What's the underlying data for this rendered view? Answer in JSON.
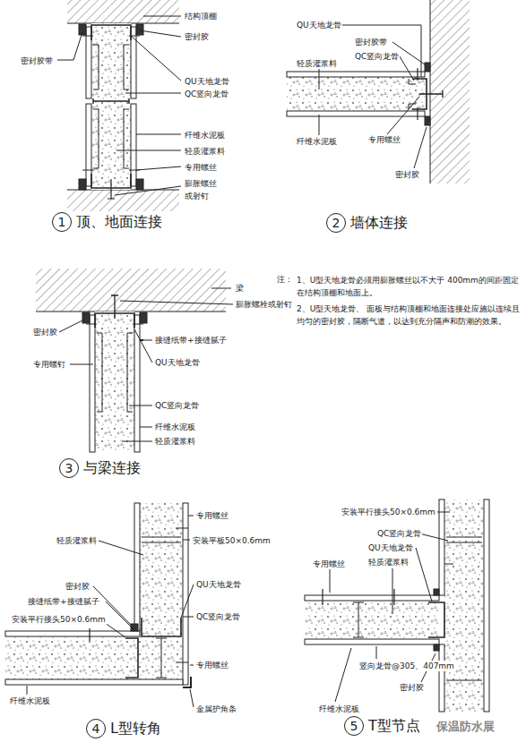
{
  "diagram": {
    "nodes": [
      {
        "text": [
          "1",
          "顶、地面连接"
        ]
      },
      {
        "text": [
          "2",
          "墙体连接"
        ]
      },
      {
        "text": [
          "3",
          "与梁连接"
        ]
      },
      {
        "text": [
          "4",
          "L型转角"
        ]
      },
      {
        "text": [
          "5",
          "T型节点"
        ]
      }
    ],
    "labels": [
      "结构顶棚",
      "密封胶",
      "密封胶带",
      "QU天地龙骨",
      "QC竖向龙骨",
      "纤维水泥板",
      "轻质灌浆料",
      "专用螺丝",
      "膨胀螺丝 或射钉",
      "密封胶带",
      "轻质灌浆料",
      "QU天地龙骨",
      "QC竖向龙骨",
      "纤维水泥板",
      "专用螺丝",
      "密封胶",
      "梁",
      "膨胀螺栓或射钉",
      "密封胶",
      "接缝纸带+接缝腻子",
      "专用螺钉",
      "QU天地龙骨",
      "QC竖向龙骨",
      "纤维水泥板",
      "轻质灌浆料",
      "注：",
      "1、U型天地龙骨必须用膨胀螺丝以不大于 400mm的间距固定在结构顶棚和地面上。",
      "2、U型天地龙骨、 面板与结构顶棚和地面连接处应施以连续且均匀的密封胶，隔断气道，以达到充分隔声和防潮的效果。",
      "专用螺丝",
      "轻质灌浆料",
      "安装平板50×0.6mm",
      "QU天地龙骨",
      "密封胶",
      "接缝纸带+接缝腻子",
      "QC竖向龙骨",
      "安装平行接头50×0.6mm",
      "专用螺丝",
      "纤维水泥板",
      "金属护角条",
      "安装平行接头50×0.6mm",
      "QC竖向龙骨",
      "QU天地龙骨",
      "专用螺丝",
      "轻质灌浆料",
      "竖向龙骨@305、407mm",
      "纤维水泥板",
      "密封胶",
      "保温防水展"
    ]
  }
}
